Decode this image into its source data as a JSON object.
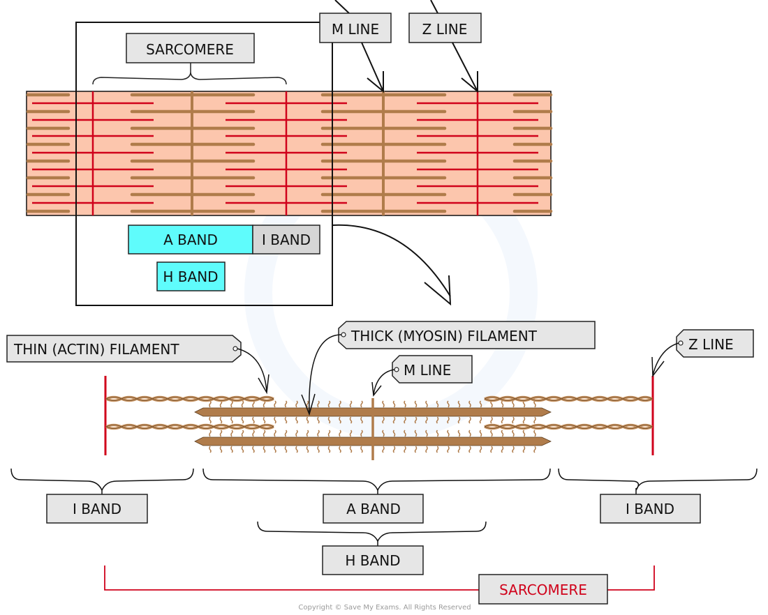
{
  "colors": {
    "myofibril_fill": "#fcc6ad",
    "actin_red": "#d0021b",
    "myosin_brown": "#b07c4b",
    "actin_twist": "#c99462",
    "label_grey": "#e6e6e6",
    "band_cyan": "#5ffcfc",
    "band_grey": "#d6d6d6",
    "outline": "#111111"
  },
  "top_view": {
    "labels": {
      "sarcomere": "SARCOMERE",
      "m_line": "M LINE",
      "z_line": "Z LINE"
    },
    "legend": {
      "a_band": "A  BAND",
      "i_band": "I BAND",
      "h_band": "H BAND"
    }
  },
  "detail_view": {
    "labels": {
      "thin_filament": "THIN (ACTIN) FILAMENT",
      "thick_filament": "THICK (MYOSIN) FILAMENT",
      "m_line": "M LINE",
      "z_line": "Z LINE"
    },
    "bands": {
      "i_band_left": "I BAND",
      "a_band": "A  BAND",
      "h_band": "H BAND",
      "i_band_right": "I BAND",
      "sarcomere": "SARCOMERE"
    }
  },
  "footer": {
    "copyright": "Copyright © Save My Exams. All Rights Reserved"
  }
}
